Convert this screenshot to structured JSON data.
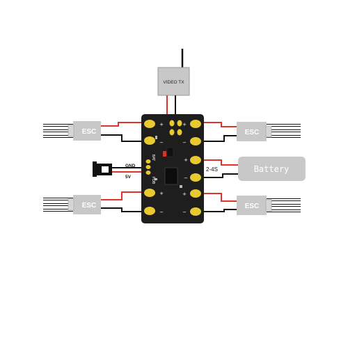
{
  "labels": {
    "video_tx": "VIDEO TX",
    "esc": "ESC",
    "battery": "Battery",
    "battery_cells": "2-4S",
    "gnd": "GND",
    "five_v": "5V",
    "pdb_tag_a": "BAT",
    "pdb_tag_b": "PDB"
  },
  "colors": {
    "esc_fill": "#c8c8c8",
    "battery_fill": "#c8c8c8",
    "board": "#1e1e1e",
    "pad": "#e8c930",
    "wire_red": "#e0332b",
    "wire_black": "#111111",
    "wire_white": "#ffffff"
  }
}
